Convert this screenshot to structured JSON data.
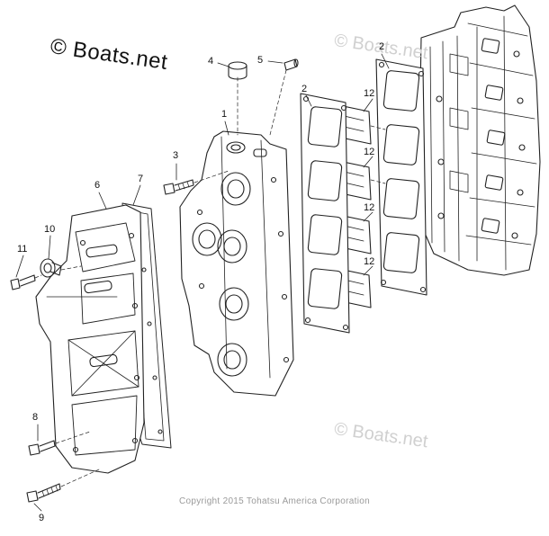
{
  "watermarks": {
    "brand": "© Boats.net",
    "faint": "© Boats.net"
  },
  "copyright": "Copyright 2015 Tohatsu America Corporation",
  "callouts": {
    "c1": "1",
    "c2a": "2",
    "c2b": "2",
    "c3": "3",
    "c4": "4",
    "c5": "5",
    "c6": "6",
    "c7": "7",
    "c8": "8",
    "c9": "9",
    "c10": "10",
    "c11": "11",
    "c12a": "12",
    "c12b": "12",
    "c12c": "12",
    "c12d": "12"
  }
}
